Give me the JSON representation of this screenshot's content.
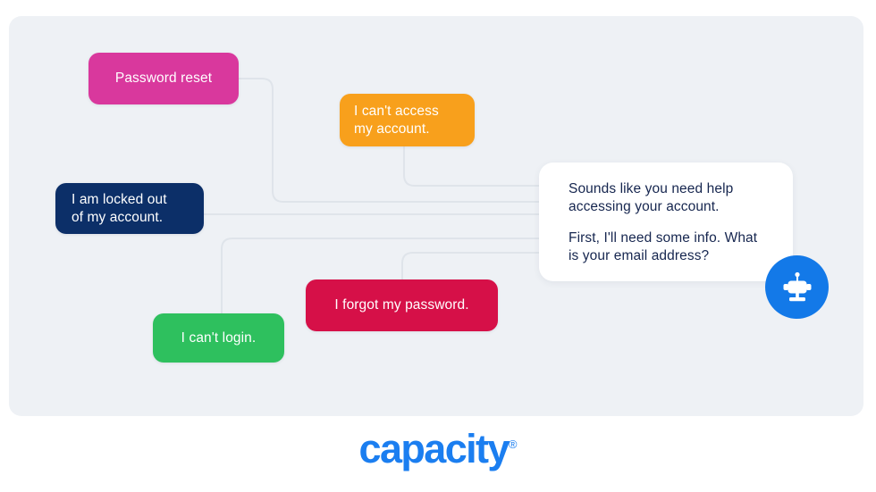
{
  "canvas": {
    "background_color": "#eef1f5"
  },
  "nodes": [
    {
      "id": "password-reset",
      "label": "Password reset",
      "color": "#d9389d"
    },
    {
      "id": "cant-access",
      "label": "I can't access\nmy account.",
      "line1": "I can't access",
      "line2": "my account.",
      "color": "#f8a01c"
    },
    {
      "id": "locked-out",
      "label": "I am locked out\nof my account.",
      "line1": "I am locked out",
      "line2": "of my account.",
      "color": "#0c2f68"
    },
    {
      "id": "cant-login",
      "label": "I can't login.",
      "color": "#2ec05e"
    },
    {
      "id": "forgot-password",
      "label": "I forgot my password.",
      "color": "#d61048"
    }
  ],
  "chat_bubble": {
    "paragraph1": "Sounds like you need help accessing your account.",
    "paragraph2": "First, I'll need some info. What is your email address?",
    "text_color": "#16264f",
    "background_color": "#ffffff"
  },
  "avatar": {
    "icon": "robot-icon",
    "background_color": "#1379e8",
    "glyph_color": "#ffffff"
  },
  "brand": {
    "name": "capacity",
    "registered_mark": "®",
    "color": "#1b7ef0"
  },
  "connectors": {
    "color": "#dfe4ea",
    "width": 2
  }
}
